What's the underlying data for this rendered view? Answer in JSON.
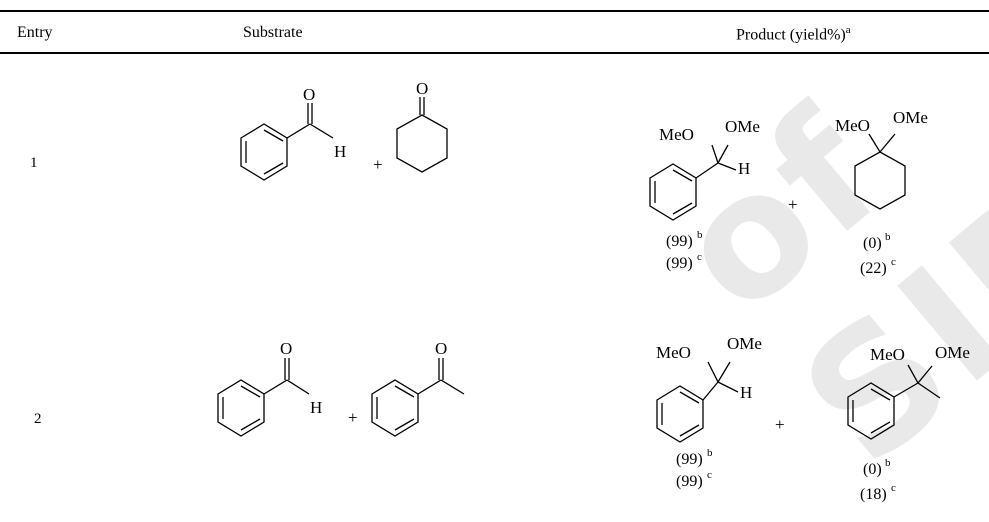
{
  "table": {
    "headers": {
      "entry": "Entry",
      "substrate": "Substrate",
      "product": "Product (yield%)",
      "product_sup": "a"
    },
    "rows": [
      {
        "entry": "1",
        "substrate_labels": {
          "o1": "O",
          "h": "H",
          "plus": "+",
          "o2": "O"
        },
        "product_labels": {
          "meo1": "MeO",
          "ome1": "OMe",
          "h": "H",
          "plus": "+",
          "meo2": "MeO",
          "ome2": "OMe"
        },
        "yields": {
          "p1_b": "(99)",
          "p1_b_sup": "b",
          "p1_c": "(99)",
          "p1_c_sup": "c",
          "p2_b": "(0)",
          "p2_b_sup": "b",
          "p2_c": "(22)",
          "p2_c_sup": "c"
        }
      },
      {
        "entry": "2",
        "substrate_labels": {
          "o1": "O",
          "h": "H",
          "plus": "+",
          "o2": "O"
        },
        "product_labels": {
          "meo1": "MeO",
          "ome1": "OMe",
          "h": "H",
          "plus": "+",
          "meo2": "MeO",
          "ome2": "OMe"
        },
        "yields": {
          "p1_b": "(99)",
          "p1_b_sup": "b",
          "p1_c": "(99)",
          "p1_c_sup": "c",
          "p2_b": "(0)",
          "p2_b_sup": "b",
          "p2_c": "(18)",
          "p2_c_sup": "c"
        }
      }
    ]
  },
  "watermark": "of SID"
}
